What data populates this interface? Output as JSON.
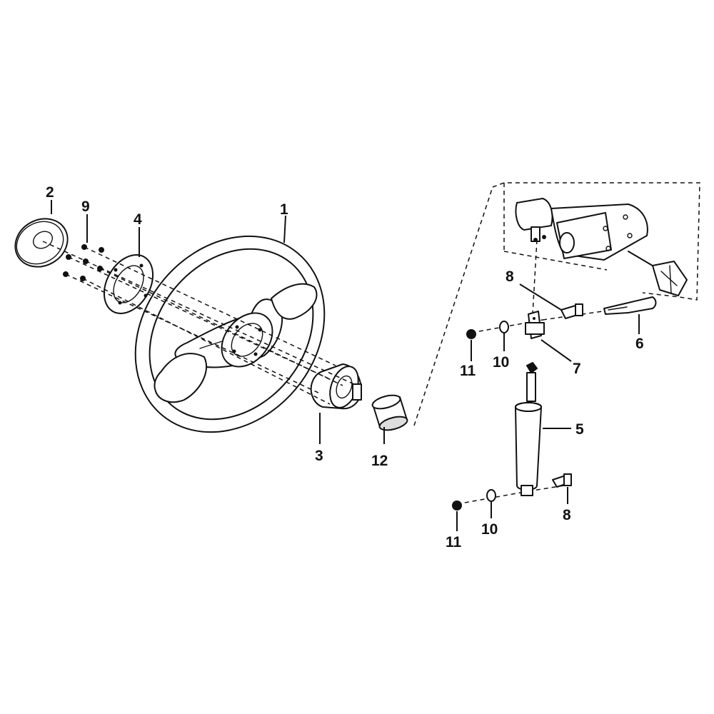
{
  "labels": {
    "p1": "1",
    "p2": "2",
    "p3": "3",
    "p4": "4",
    "p5": "5",
    "p6": "6",
    "p7": "7",
    "p8a": "8",
    "p8b": "8",
    "p9": "9",
    "p10a": "10",
    "p10b": "10",
    "p11a": "11",
    "p11b": "11",
    "p12": "12"
  },
  "colors": {
    "line": "#111111",
    "background": "#ffffff"
  }
}
